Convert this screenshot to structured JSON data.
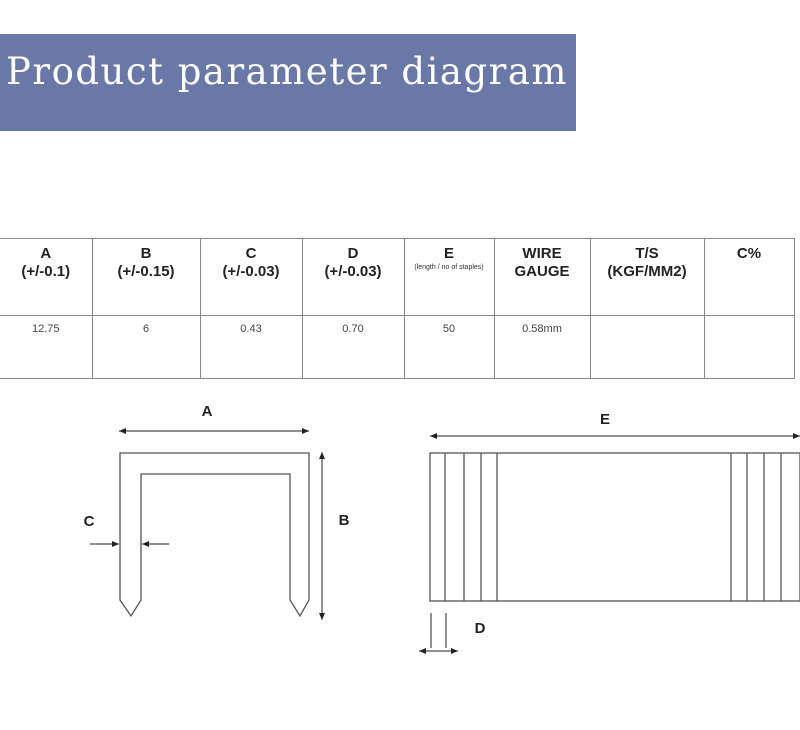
{
  "banner": {
    "title": "Product parameter diagram"
  },
  "table": {
    "columns": [
      {
        "name": "A",
        "sub": "(+/-0.1)"
      },
      {
        "name": "B",
        "sub": "(+/-0.15)"
      },
      {
        "name": "C",
        "sub": "(+/-0.03)"
      },
      {
        "name": "D",
        "sub": "(+/-0.03)"
      },
      {
        "name": "E",
        "sub": "(length / no of staples)"
      },
      {
        "name": "WIRE",
        "sub": "GAUGE"
      },
      {
        "name": "T/S",
        "sub": "(KGF/MM2)"
      },
      {
        "name": "C%",
        "sub": ""
      }
    ],
    "values": [
      "12.75",
      "6",
      "0.43",
      "0.70",
      "50",
      "0.58mm",
      "",
      ""
    ]
  },
  "diagram": {
    "label_a": "A",
    "label_b": "B",
    "label_c": "C",
    "label_d": "D",
    "label_e": "E"
  }
}
